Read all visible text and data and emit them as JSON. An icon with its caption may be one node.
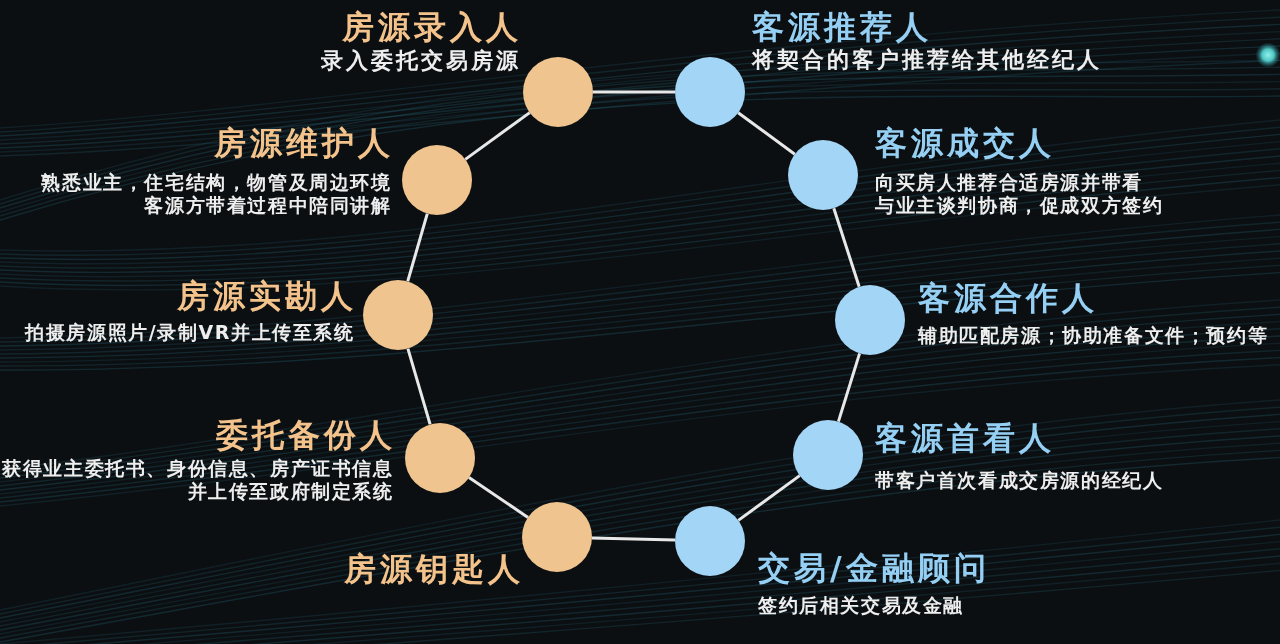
{
  "diagram": {
    "nodes": [
      {
        "text": [
          "房源录入人",
          "录入委托交易房源"
        ]
      },
      {
        "text": [
          "客源推荐人",
          "将契合的客户推荐给其他经纪人"
        ]
      },
      {
        "text": [
          "房源维护人",
          "熟悉业主，住宅结构，物管及周边环境客源方带着过程中陪同讲解"
        ]
      },
      {
        "text": [
          "客源成交人",
          "向买房人推荐合适房源并带看与业主谈判协商，促成双方签约"
        ]
      },
      {
        "text": [
          "房源实勘人",
          "拍摄房源照片/录制VR并上传至系统"
        ]
      },
      {
        "text": [
          "客源合作人",
          "辅助匹配房源；协助准备文件；预约等"
        ]
      },
      {
        "text": [
          "委托备份人",
          "获得业主委托书、身份信息、房产证书信息并上传至政府制定系统"
        ]
      },
      {
        "text": [
          "客源首看人",
          "带客户首次看成交房源的经纪人"
        ]
      },
      {
        "text": [
          "房源钥匙人"
        ]
      },
      {
        "text": [
          "交易/金融顾问",
          "签约后相关交易及金融"
        ]
      }
    ],
    "edges": [
      {
        "from": 0,
        "to": 1,
        "arrow": "none"
      },
      {
        "from": 1,
        "to": 3,
        "arrow": "none"
      },
      {
        "from": 3,
        "to": 5,
        "arrow": "none"
      },
      {
        "from": 5,
        "to": 7,
        "arrow": "none"
      },
      {
        "from": 7,
        "to": 9,
        "arrow": "none"
      },
      {
        "from": 9,
        "to": 8,
        "arrow": "none"
      },
      {
        "from": 8,
        "to": 6,
        "arrow": "none"
      },
      {
        "from": 6,
        "to": 4,
        "arrow": "none"
      },
      {
        "from": 4,
        "to": 2,
        "arrow": "none"
      },
      {
        "from": 2,
        "to": 0,
        "arrow": "none"
      }
    ]
  }
}
